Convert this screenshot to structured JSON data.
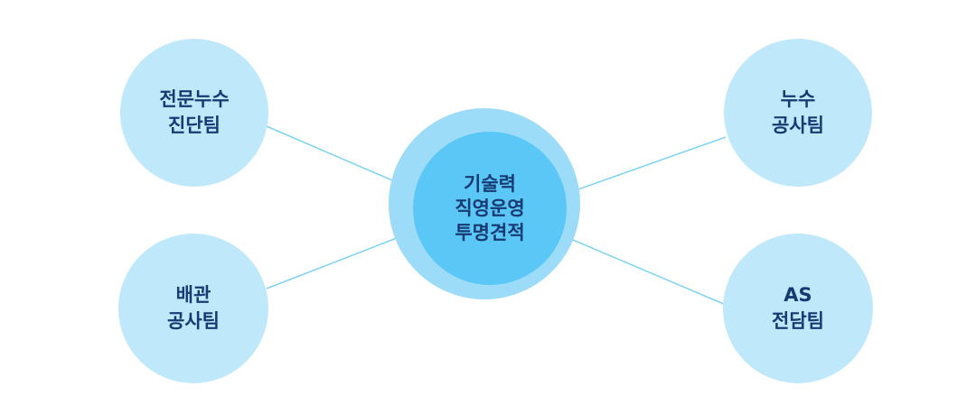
{
  "colors": {
    "node_fill": "#bfe9fb",
    "hub_ring": "#9ddcf8",
    "hub_fill": "#5ac7f6",
    "connector": "#7ed3f4",
    "text": "#173a73"
  },
  "center": {
    "lines": [
      "기술력",
      "직영운영",
      "투명견적"
    ]
  },
  "nodes": {
    "top_left": {
      "lines": [
        "전문누수",
        "진단팀"
      ]
    },
    "bottom_left": {
      "lines": [
        "배관",
        "공사팀"
      ]
    },
    "top_right": {
      "lines": [
        "누수",
        "공사팀"
      ]
    },
    "bottom_right": {
      "lines": [
        "AS",
        "전담팀"
      ]
    }
  }
}
